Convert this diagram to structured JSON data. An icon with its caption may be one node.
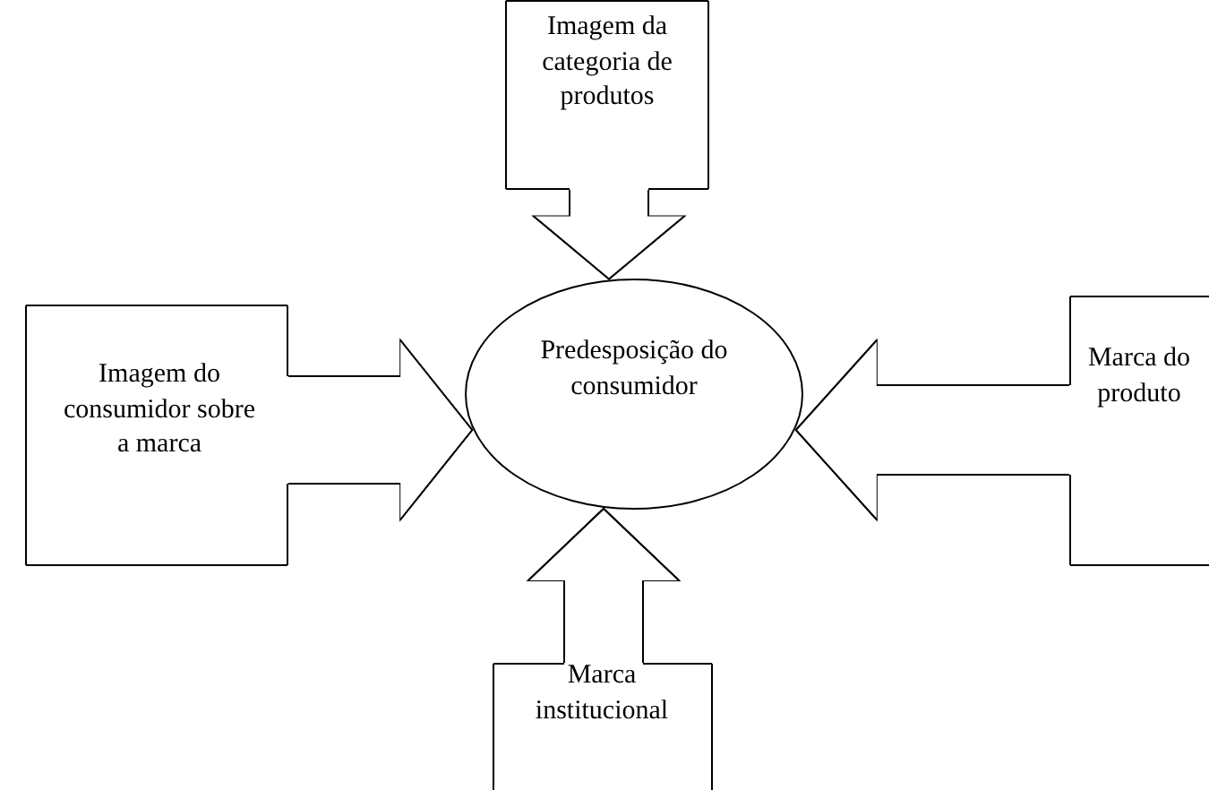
{
  "diagram": {
    "nodes": [
      {
        "text": [
          "Imagem da categoria de produtos"
        ]
      },
      {
        "text": [
          "Imagem do consumidor sobre a marca"
        ]
      },
      {
        "text": [
          "Predesposição do consumidor"
        ]
      },
      {
        "text": [
          "Marca do produto"
        ]
      },
      {
        "text": [
          "Marca institucional"
        ]
      }
    ],
    "edges": [
      {
        "from": 0,
        "to": 2,
        "arrow": "to"
      },
      {
        "from": 1,
        "to": 2,
        "arrow": "to"
      },
      {
        "from": 3,
        "to": 2,
        "arrow": "to"
      },
      {
        "from": 4,
        "to": 2,
        "arrow": "to"
      }
    ]
  }
}
